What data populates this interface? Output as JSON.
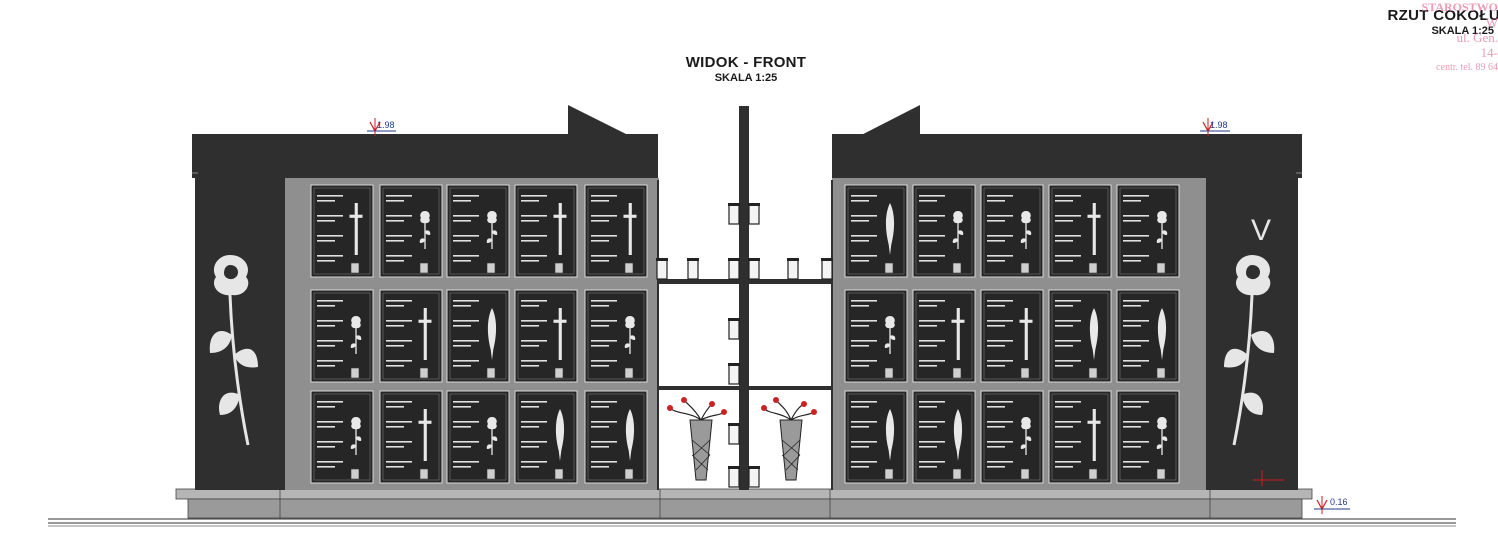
{
  "titles": {
    "front_main": "WIDOK - FRONT",
    "front_scale": "SKALA 1:25",
    "plan_main": "RZUT COKOŁU",
    "plan_scale": "SKALA 1:25"
  },
  "stamp": {
    "line1": "STAROSTWO",
    "line2": "W",
    "line3": "ul. Gen.",
    "line4": "14-",
    "line5": "centr. tel. 89 64"
  },
  "levels": {
    "top_left": "1.98",
    "top_right": "1.98",
    "base": "0.16"
  },
  "side_letter": "V",
  "colors": {
    "granite": "#2f2f2f",
    "niche_frame": "#8f8f8f",
    "plinth": "#9a9a9a",
    "plaque": "#2a2a2a",
    "level_mark": "#c81e1e",
    "level_text": "#1f3a8a"
  }
}
